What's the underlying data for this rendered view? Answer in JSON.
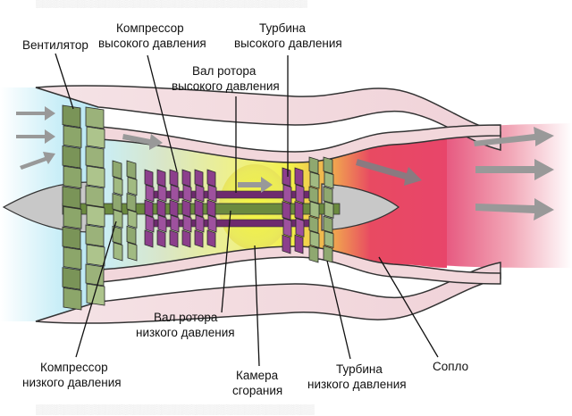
{
  "labels": {
    "fan": "Вентилятор",
    "hp_compressor_1": "Компрессор",
    "hp_compressor_2": "высокого давления",
    "hp_turbine_1": "Турбина",
    "hp_turbine_2": "высокого давления",
    "hp_shaft_1": "Вал ротора",
    "hp_shaft_2": "высокого давления",
    "lp_shaft_1": "Вал ротора",
    "lp_shaft_2": "низкого давления",
    "lp_compressor_1": "Компрессор",
    "lp_compressor_2": "низкого давления",
    "combustor_1": "Камера",
    "combustor_2": "сгорания",
    "lp_turbine_1": "Турбина",
    "lp_turbine_2": "низкого давления",
    "nozzle": "Сопло"
  },
  "colors": {
    "intake": "#bfe9f5",
    "casing": "#f2d7db",
    "casing_stroke": "#333333",
    "fan_blade": "#7a9458",
    "lp_blade": "#8fa870",
    "hp_blade": "#8c3f8c",
    "shaft_lp": "#6b8a3f",
    "shaft_hp": "#6e2a6e",
    "combustion": "#e6ef3a",
    "exhaust": "#e23a6a",
    "spinner": "#c8c8c8",
    "arrow": "#999999"
  }
}
